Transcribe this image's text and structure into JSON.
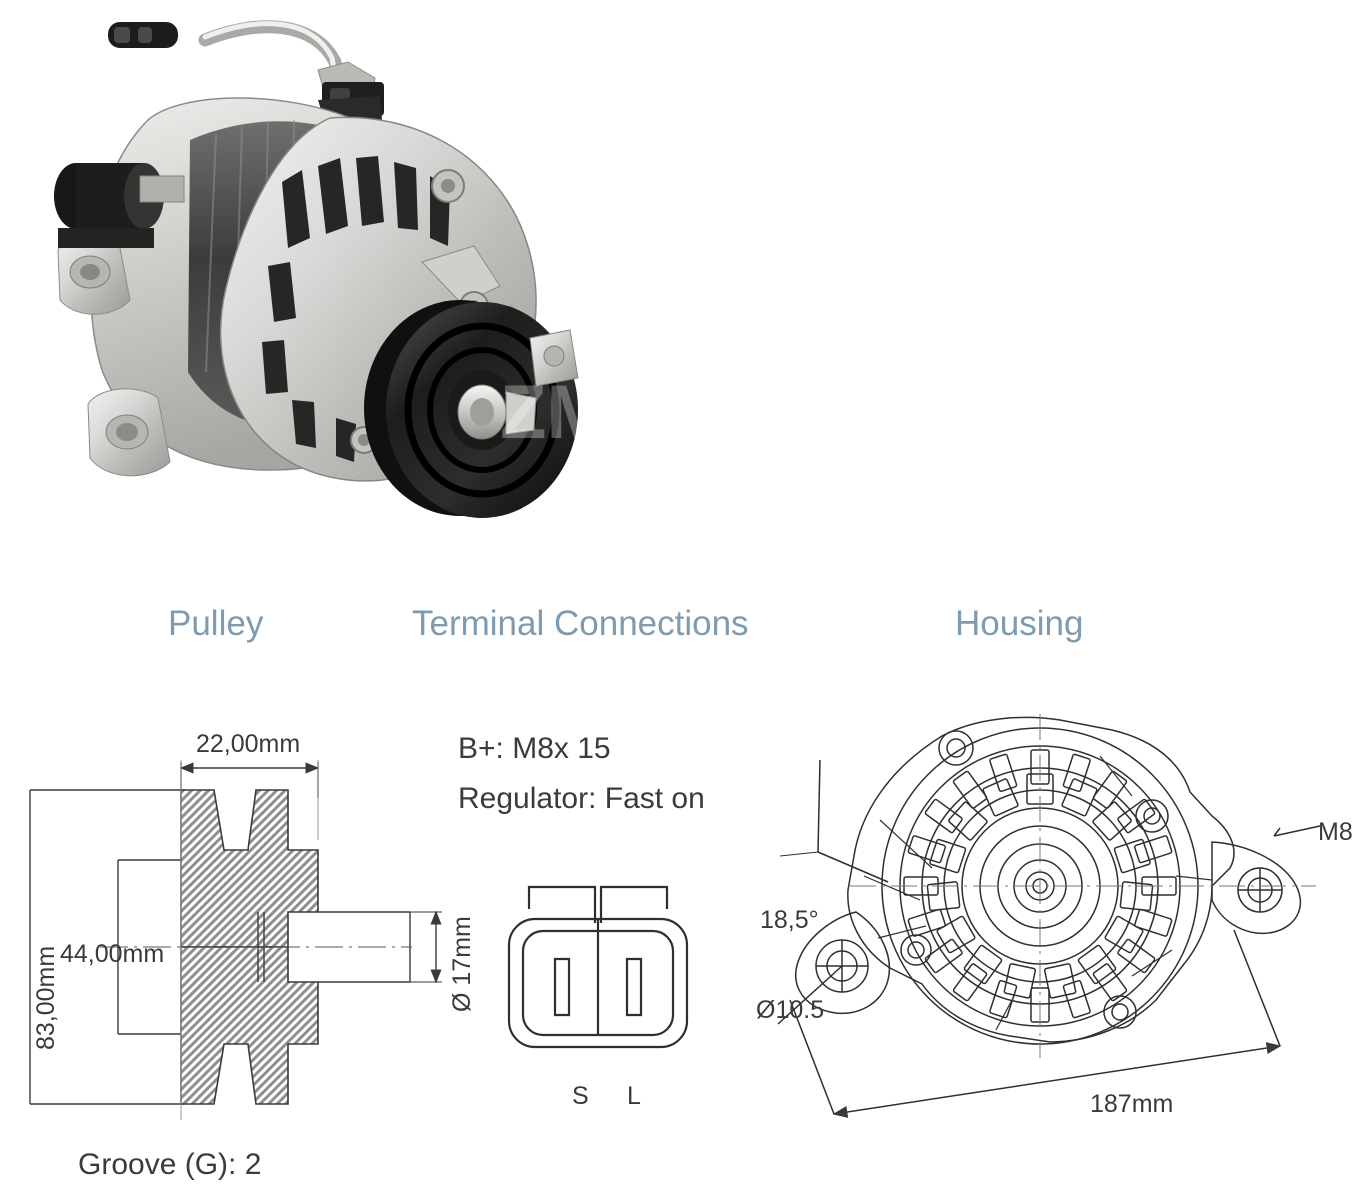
{
  "product": {
    "photo_alt": "alternator-product-photo",
    "watermark": "ZM"
  },
  "headings": {
    "pulley": "Pulley",
    "terminal_connections": "Terminal Connections",
    "housing": "Housing"
  },
  "pulley_spec": {
    "width_mm": "22,00mm",
    "outer_diameter_mm": "83,00mm",
    "inner_diameter_mm": "44,00mm",
    "shaft_diameter_mm": "Ø 17mm",
    "groove_label": "Groove (G): 2"
  },
  "terminal_spec": {
    "bplus": "B+: M8x 15",
    "regulator": "Regulator: Fast on",
    "pin_left": "S",
    "pin_right": "L"
  },
  "housing_spec": {
    "bolt_thread": "M8",
    "angle": "18,5°",
    "mount_hole_diameter": "Ø10.5",
    "length_mm": "187mm"
  },
  "colors": {
    "heading": "#7e9bb0",
    "line": "#3a3a3a",
    "hatch": "#8a8a8a",
    "background": "#ffffff"
  }
}
